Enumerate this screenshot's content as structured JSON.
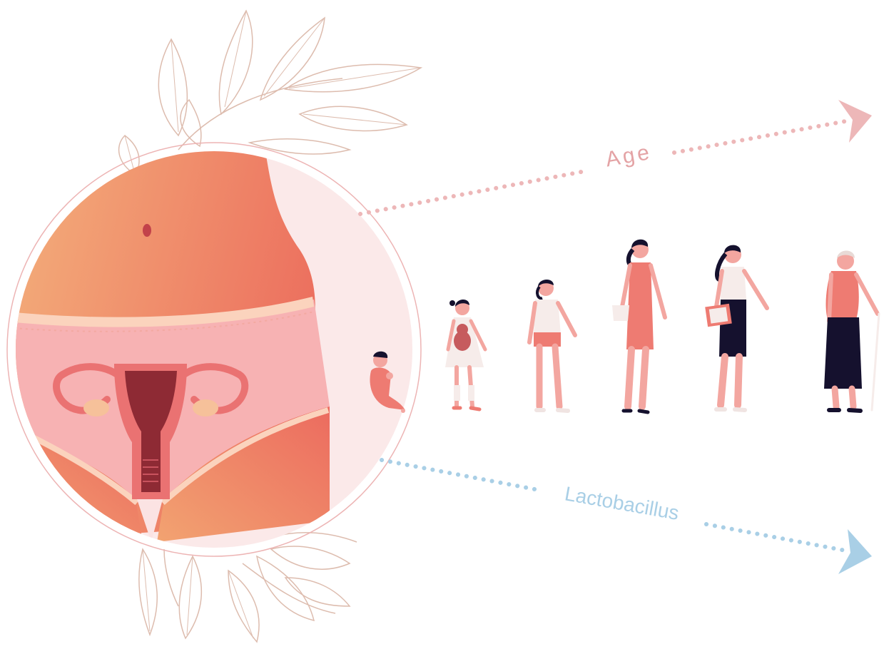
{
  "labels": {
    "age": "Age",
    "lactobacillus": "Lactobacillus"
  },
  "colors": {
    "age_arrow": "#edb7b8",
    "age_text": "#e4a3a5",
    "lacto_arrow": "#a9cfe6",
    "lacto_text": "#a9cfe6",
    "skin_gradient_start": "#f4b27c",
    "skin_gradient_end": "#ec6f5e",
    "underwear": "#f7b2b3",
    "lace": "#fbd3bd",
    "uterus": "#ea7272",
    "uterus_dark": "#8e2a34",
    "leaf_outline": "#ddbcae",
    "dark_clothing": "#15112e",
    "coral": "#ee7b72"
  },
  "icons": [
    "leaf-branch-icon",
    "torso-icon",
    "uterus-icon",
    "baby-icon",
    "girl-with-teddy-icon",
    "teen-girl-icon",
    "young-woman-icon",
    "adult-woman-icon",
    "elderly-woman-icon"
  ],
  "figures": [
    "baby",
    "child",
    "teen",
    "young-woman",
    "adult-woman",
    "elderly-woman"
  ]
}
